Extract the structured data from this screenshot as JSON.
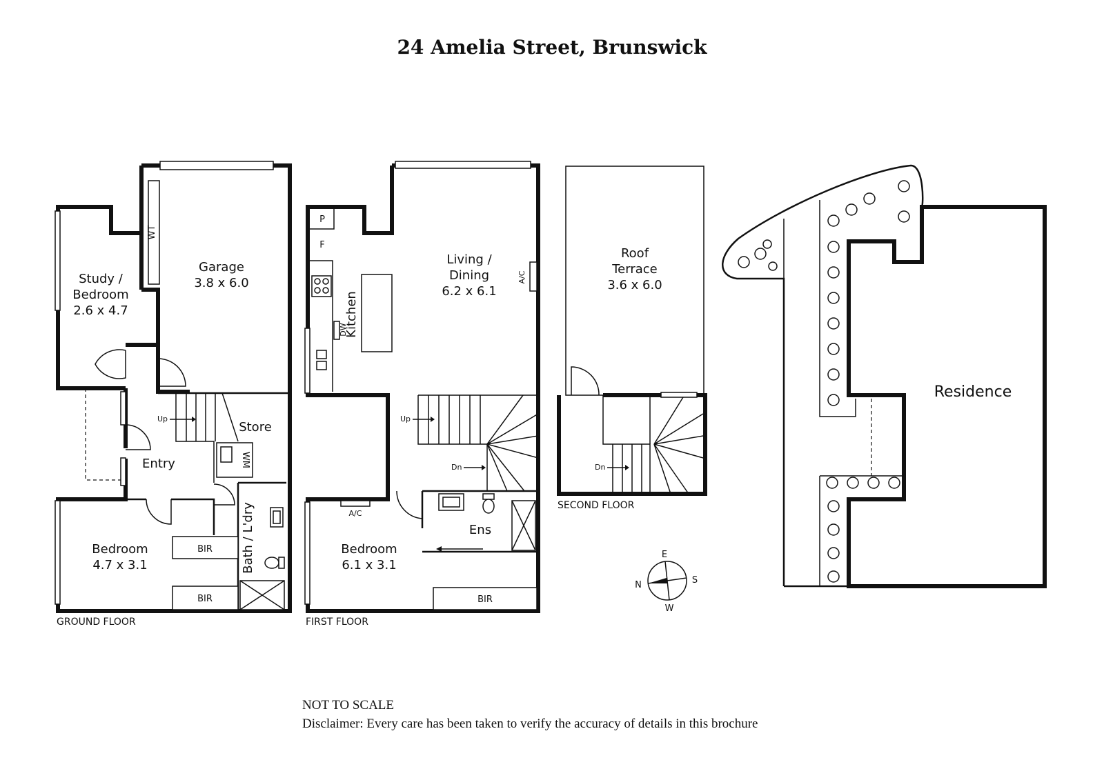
{
  "title": "24 Amelia Street, Brunswick",
  "floors": {
    "ground": "GROUND FLOOR",
    "first": "FIRST FLOOR",
    "second": "SECOND FLOOR"
  },
  "rooms": {
    "study_line1": "Study /",
    "study_line2": "Bedroom",
    "study_dims": "2.6 x 4.7",
    "garage": "Garage",
    "garage_dims": "3.8 x 6.0",
    "wt": "WT",
    "store": "Store",
    "entry": "Entry",
    "wm": "WM",
    "bath": "Bath / L'dry",
    "bedroom_g": "Bedroom",
    "bedroom_g_dims": "4.7 x 3.1",
    "bir_g1": "BIR",
    "bir_g2": "BIR",
    "up_g": "Up",
    "pantry": "P",
    "fridge": "F",
    "kitchen": "Kitchen",
    "dw": "DW",
    "living_line1": "Living /",
    "living_line2": "Dining",
    "living_dims": "6.2 x 6.1",
    "ac_living": "A/C",
    "up_f": "Up",
    "dn_f": "Dn",
    "ac_bed": "A/C",
    "bedroom_f": "Bedroom",
    "bedroom_f_dims": "6.1 x 3.1",
    "ens": "Ens",
    "bir_f": "BIR",
    "roof_line1": "Roof",
    "roof_line2": "Terrace",
    "roof_dims": "3.6 x 6.0",
    "dn_s": "Dn",
    "residence": "Residence"
  },
  "compass": {
    "e": "E",
    "s": "S",
    "w": "W",
    "n": "N"
  },
  "footer": {
    "scale": "NOT TO SCALE",
    "disclaimer": "Disclaimer: Every care has been taken to verify the accuracy of details in this brochure"
  }
}
